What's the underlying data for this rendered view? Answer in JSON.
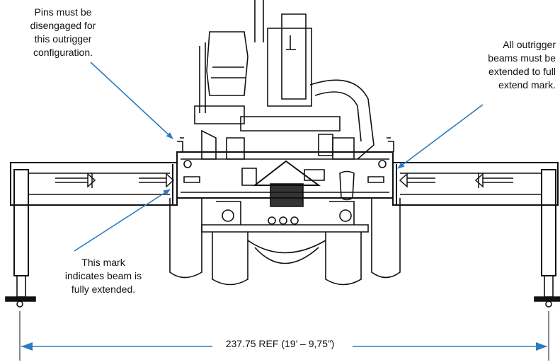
{
  "callouts": {
    "pins": "Pins must be\ndisengaged for\nthis outrigger\nconfiguration.",
    "beams": "All outrigger\nbeams must be\nextended to full\nextend mark.",
    "mark": "This mark\nindicates beam is\nfully extended."
  },
  "dimension": {
    "label": "237.75 REF (19’ – 9,75”)"
  },
  "colors": {
    "leader": "#2b7bc0",
    "line": "#111111"
  }
}
